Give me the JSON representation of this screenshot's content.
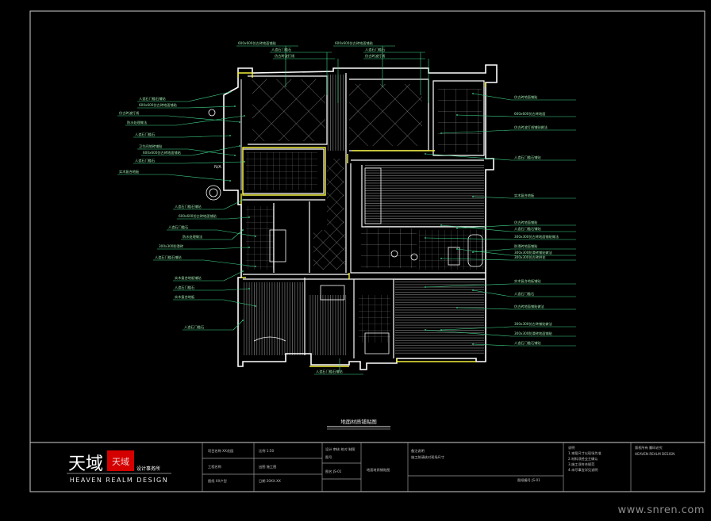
{
  "drawing": {
    "title": "地面材质铺贴图",
    "callouts_left": [
      "人造石门槛石铺贴",
      "600x600仿古砖地面铺贴",
      "仿古砖波打线",
      "防水处理做法",
      "人造石门槛石",
      "卫生间地砖铺贴",
      "600x600仿古砖地面铺贴",
      "人造石门槛石",
      "实木复合地板",
      "人造石门槛石铺贴",
      "600x600仿古砖地面铺贴",
      "人造石门槛石",
      "防水处理做法",
      "300x300防滑砖",
      "人造石门槛石铺贴",
      "实木复合地板铺贴",
      "人造石门槛石",
      "实木复合地板",
      "人造石门槛石"
    ],
    "callouts_right": [
      "仿古砖地面铺贴",
      "600x600仿古砖地面",
      "仿古砖波打线铺贴做法",
      "人造石门槛石铺贴",
      "实木复合地板",
      "仿古砖地面铺贴",
      "人造石门槛石铺贴",
      "300x300仿古砖地面铺贴做法",
      "防滑砖地面铺贴",
      "300x300防滑砖铺贴做法",
      "300x300仿古砖拼花",
      "实木复合地板铺贴",
      "人造石门槛石",
      "仿古砖地面铺贴做法",
      "300x300仿古砖铺贴做法",
      "300x300防滑砖地面铺贴",
      "人造石门槛石铺贴"
    ],
    "callouts_top": [
      "600x600仿古砖地面铺贴",
      "人造石门槛石",
      "仿古砖波打线",
      "600x600仿古砖地面铺贴",
      "人造石门槛石",
      "仿古砖波打线"
    ],
    "callouts_bottom": [
      "人造石门槛石铺贴"
    ],
    "misc_labels": [
      "N/A"
    ]
  },
  "title_block": {
    "brand_name": "天域",
    "brand_seal": "天域",
    "brand_cn": "设计事务所",
    "brand_en": "HEAVEN REALM DESIGN",
    "cells": {
      "c1": [
        "项目名称 XX花园",
        "工程名称",
        "图纸 XX户型"
      ],
      "c2": [
        "比例 1:50",
        "出图 施工图",
        "日期 20XX.XX"
      ],
      "c3": [
        "设计 审核 校对 制图",
        "图号",
        "图名 JS-01"
      ],
      "c4": [
        "地面材质铺贴图"
      ],
      "c5": [
        "备注说明",
        "施工前请核对现场尺寸"
      ],
      "c6": [
        "图纸编号 JS-01"
      ],
      "c7": [
        "说明",
        "1.本图尺寸以现场为准",
        "2.材料须经业主确认",
        "3.施工须符合规范",
        "4.未尽事宜详见说明"
      ],
      "c8": [
        "版权所有 翻印必究",
        "HEAVEN REALM DESIGN"
      ]
    }
  },
  "watermark": "www.snren.com",
  "colors": {
    "wall": "#ffffff",
    "yellow": "#f2ef3a",
    "green": "#3fd98a",
    "callout_text": "#9fe8b0",
    "hatch": "#b8b8b8",
    "frame": "#cfcfcf"
  }
}
